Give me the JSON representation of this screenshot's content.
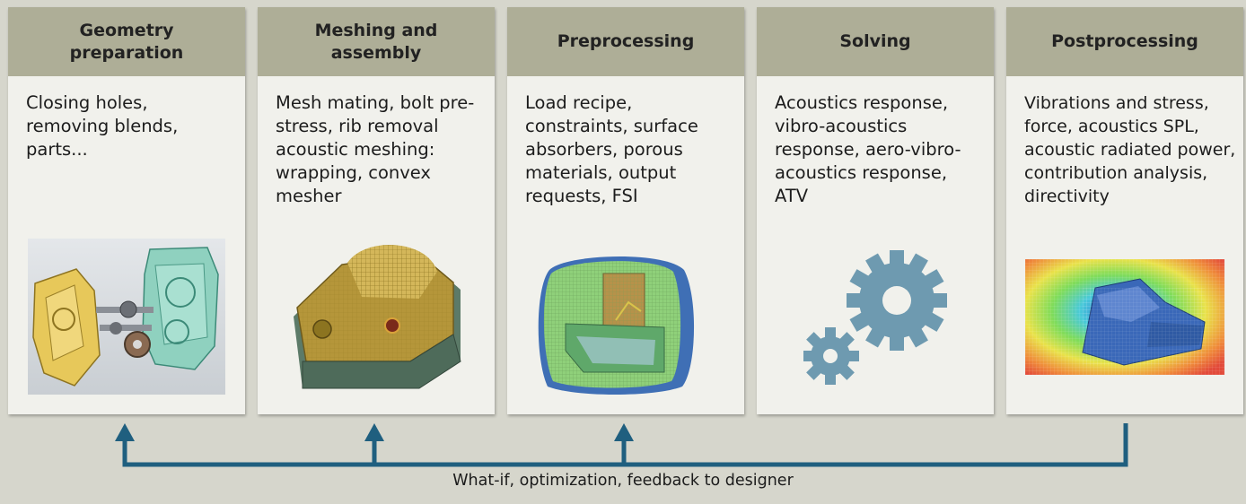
{
  "panels": [
    {
      "title": "Geometry\npreparation",
      "body": "Closing holes, removing blends, parts...",
      "image": "gearbox-exploded-assembly-image"
    },
    {
      "title": "Meshing and\nassembly",
      "body": "Mesh mating, bolt pre-stress, rib removal acoustic meshing: wrapping, convex mesher",
      "image": "meshed-housing-image"
    },
    {
      "title": "Preprocessing",
      "body": "Load recipe, constraints, surface absorbers, porous materials, output requests, FSI",
      "image": "acoustic-cavity-mesh-image"
    },
    {
      "title": "Solving",
      "body": "Acoustics response, vibro-acoustics response, aero-vibro-acoustics response, ATV",
      "image": "gears-icon"
    },
    {
      "title": "Postprocessing",
      "body": "Vibrations and stress, force, acoustics SPL, acoustic radiated power, contribution analysis, directivity",
      "image": "spl-contour-plot-image"
    }
  ],
  "feedback": {
    "label": "What-if, optimization, feedback to designer"
  },
  "colors": {
    "background": "#d6d6cc",
    "panel": "#f1f1ec",
    "header": "#aeae97",
    "arrow": "#1f5f7f",
    "gear": "#6e9ab0"
  }
}
